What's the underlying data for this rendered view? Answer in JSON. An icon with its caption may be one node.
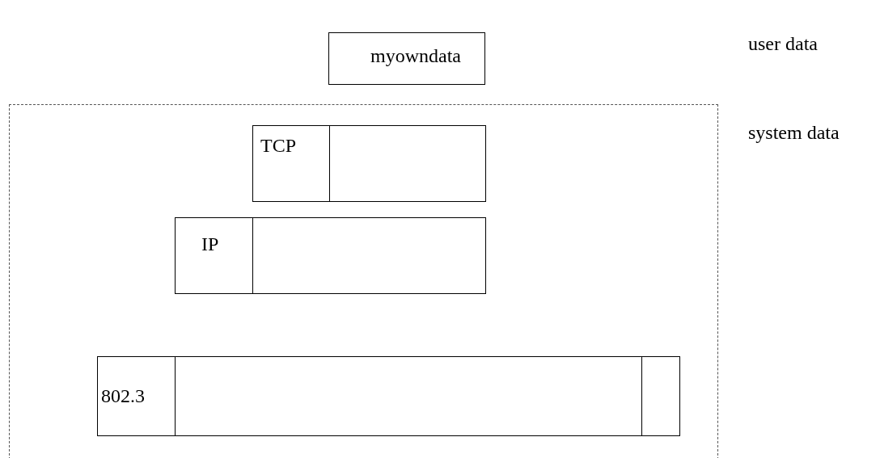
{
  "diagram": {
    "nodes": [
      {
        "text": [
          "myowndata"
        ]
      },
      {
        "text": [],
        "shape": "box"
      },
      {
        "text": [
          "TCP"
        ],
        "in": 1
      },
      {
        "text": [],
        "shape": "box",
        "in": 1
      },
      {
        "text": [
          "IP"
        ],
        "in": 1
      },
      {
        "text": [],
        "shape": "box",
        "in": 1
      },
      {
        "text": [
          "802.3"
        ],
        "in": 1
      },
      {
        "text": [],
        "shape": "box",
        "in": 1
      },
      {
        "text": [],
        "shape": "box",
        "in": 1
      }
    ],
    "edges": [],
    "labels": [
      "user data",
      "system data"
    ]
  }
}
